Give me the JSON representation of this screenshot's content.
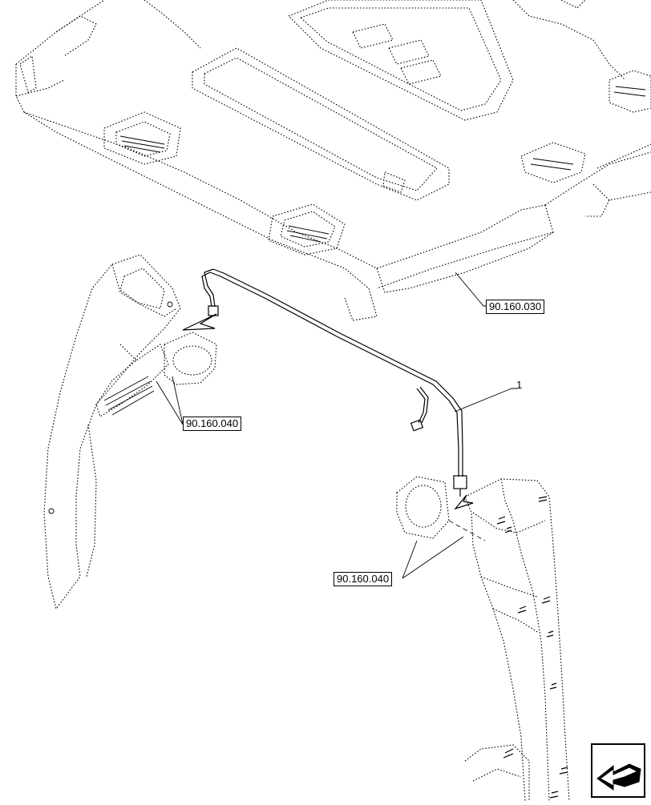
{
  "callouts": {
    "roof_ref": "90.160.030",
    "left_speaker_ref": "90.160.040",
    "right_speaker_ref": "90.160.040"
  },
  "items": {
    "harness_number": "1"
  },
  "icons": {
    "nav": "arrow-back-icon"
  }
}
